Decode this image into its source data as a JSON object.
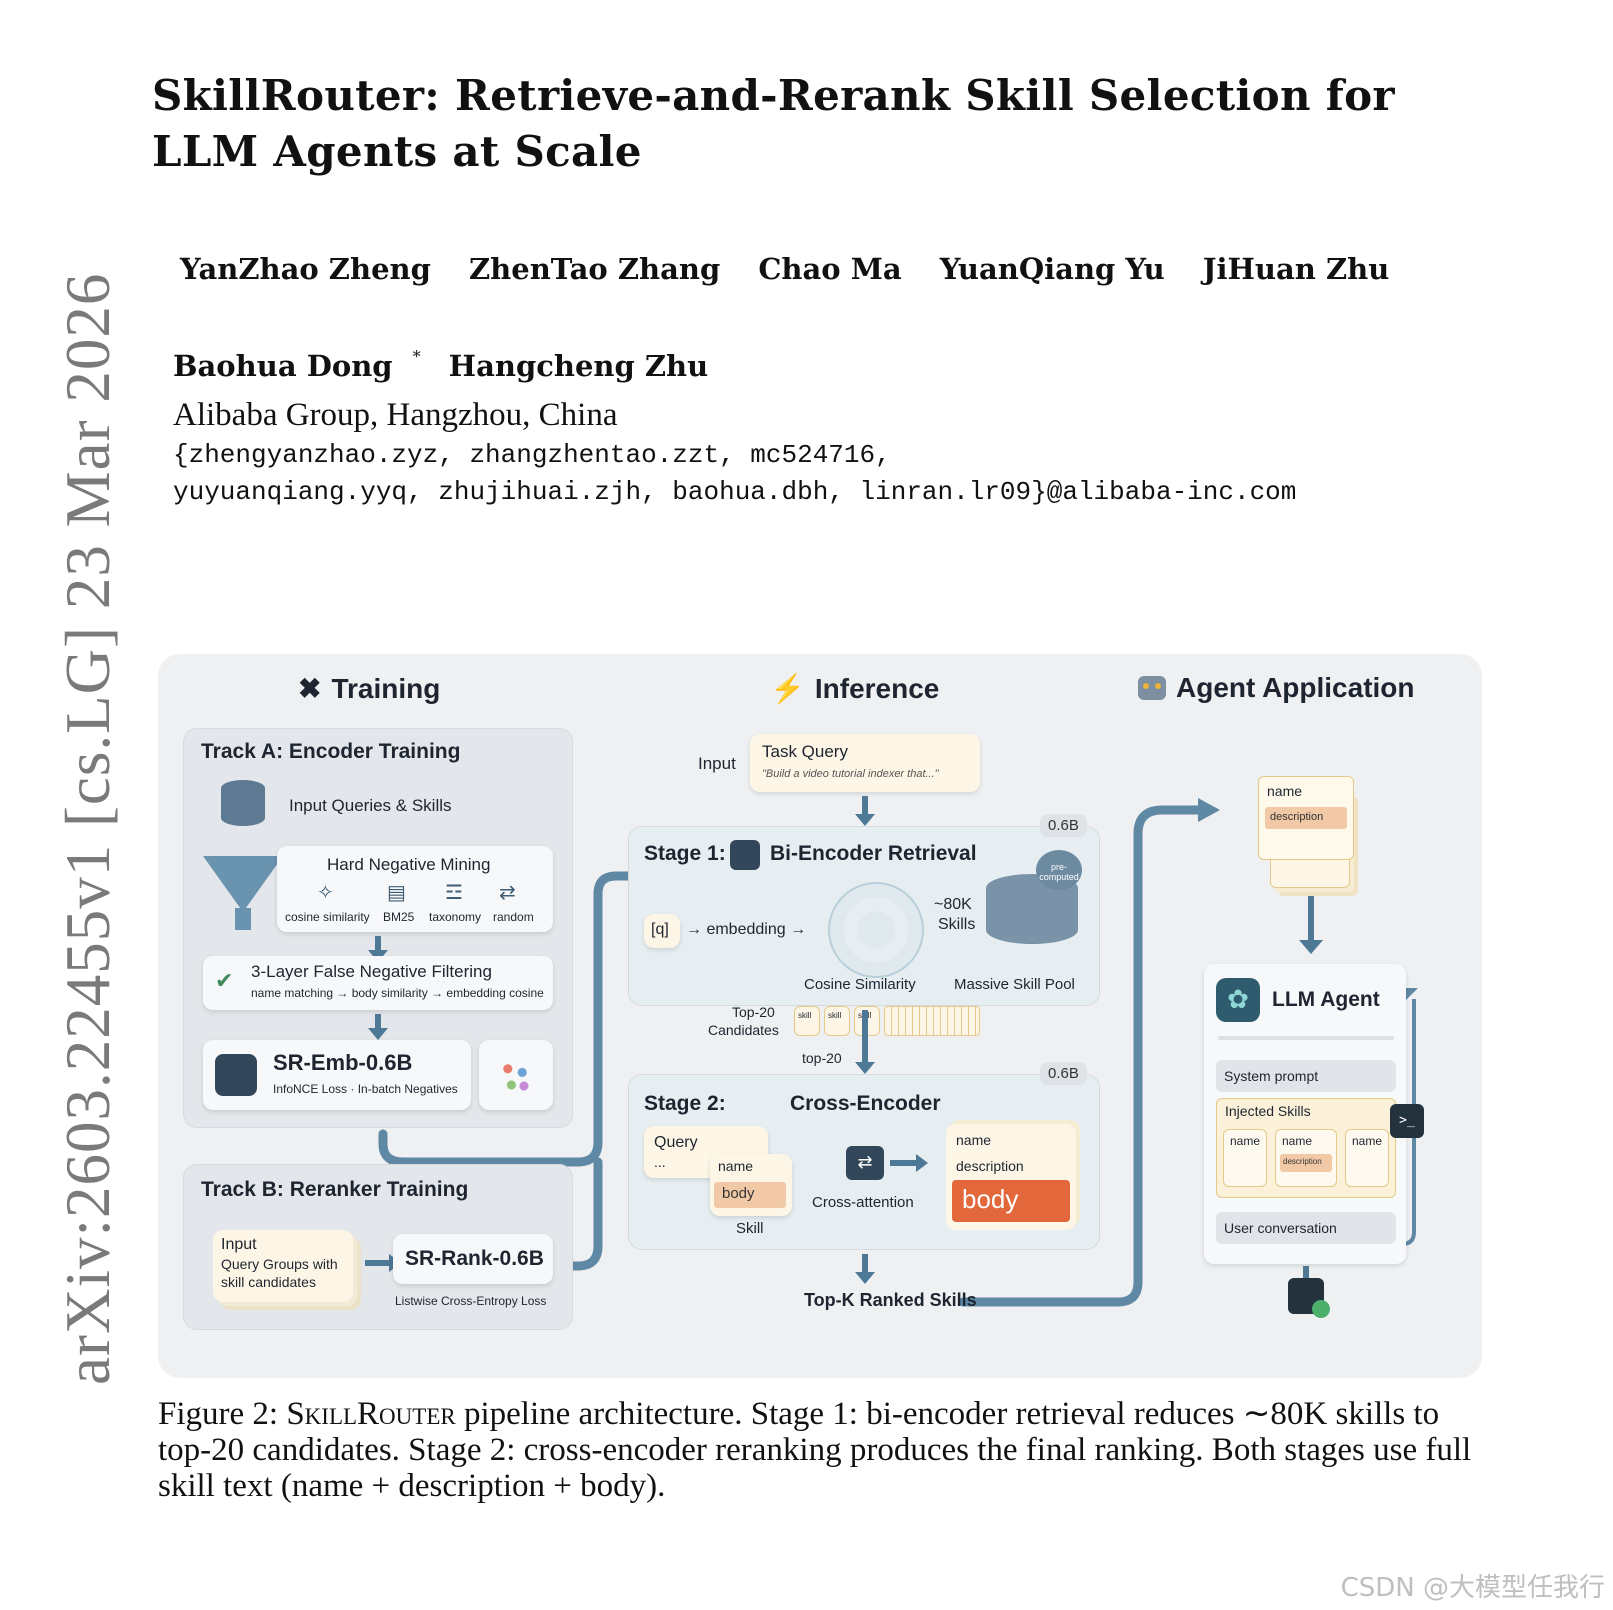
{
  "side_stamp": "arXiv:2603.22455v1  [cs.LG]  23 Mar 2026",
  "title": "SkillRouter: Retrieve-and-Rerank Skill Selection for LLM Agents at Scale",
  "authors_row1": [
    "YanZhao Zheng",
    "ZhenTao Zhang",
    "Chao Ma",
    "YuanQiang Yu",
    "JiHuan Zhu"
  ],
  "authors_row2": [
    "Baohua Dong",
    "Hangcheng Zhu"
  ],
  "author_mark": "*",
  "affiliation": "Alibaba Group, Hangzhou, China",
  "emails": [
    "{zhengyanzhao.zyz, zhangzhentao.zzt, mc524716,",
    "yuyuanqiang.yyq, zhujihuai.zjh, baohua.dbh, linran.lr09}@alibaba-inc.com"
  ],
  "figure": {
    "sections": {
      "training": "Training",
      "inference": "Inference",
      "agent": "Agent Application"
    },
    "track_a": {
      "title": "Track A: Encoder Training",
      "input": "Input Queries & Skills",
      "mining_title": "Hard Negative Mining",
      "mining_methods": [
        "cosine similarity",
        "BM25",
        "taxonomy",
        "random"
      ],
      "filter_title": "3-Layer False Negative Filtering",
      "filter_sub": "name matching → body similarity → embedding cosine",
      "model": "SR-Emb-0.6B",
      "model_sub": "InfoNCE Loss · In-batch Negatives"
    },
    "track_b": {
      "title": "Track B: Reranker Training",
      "input_title": "Input",
      "input_sub1": "Query Groups with",
      "input_sub2": "skill candidates",
      "model": "SR-Rank-0.6B",
      "model_sub": "Listwise Cross-Entropy Loss"
    },
    "inference": {
      "input_label": "Input",
      "task_title": "Task Query",
      "task_sub": "\"Build a video tutorial indexer that...\"",
      "stage1_prefix": "Stage 1:",
      "stage1_title": "Bi-Encoder Retrieval",
      "size_badge": "0.6B",
      "q_token": "[q]",
      "embedding": "→ embedding →",
      "cosine": "Cosine Similarity",
      "pool_count": "~80K",
      "pool_unit": "Skills",
      "pool_tag": "pre-computed",
      "pool_label": "Massive Skill Pool",
      "top20_label1": "Top-20",
      "top20_label2": "Candidates",
      "skill_chip": "skill",
      "top20_arrow": "top-20",
      "stage2_prefix": "Stage 2:",
      "stage2_title": "Cross-Encoder",
      "query": "Query",
      "query_dots": "...",
      "name": "name",
      "body": "body",
      "skill": "Skill",
      "cross_attention": "Cross-attention",
      "description": "description",
      "topk": "Top-K Ranked Skills"
    },
    "agent": {
      "doc_name": "name",
      "doc_desc": "description",
      "llm_agent": "LLM Agent",
      "system_prompt": "System prompt",
      "injected": "Injected Skills",
      "inj_names": [
        "name",
        "name",
        "name"
      ],
      "inj_desc": "description",
      "user_conv": "User conversation",
      "terminal_glyph": ">_"
    }
  },
  "caption": {
    "prefix": "Figure 2: ",
    "name": "SkillRouter",
    "text": " pipeline architecture. Stage 1: bi-encoder retrieval reduces ∼80K skills to top-20 candidates. Stage 2: cross-encoder reranking produces the final ranking. Both stages use full skill text (name + description + body)."
  },
  "watermark": "CSDN @大模型任我行",
  "colors": {
    "accent_blue": "#4d7896",
    "body_orange": "#e2683c",
    "peach": "#f2c9a6",
    "cream": "#fdf6e6",
    "panel": "#e3e6ea"
  }
}
